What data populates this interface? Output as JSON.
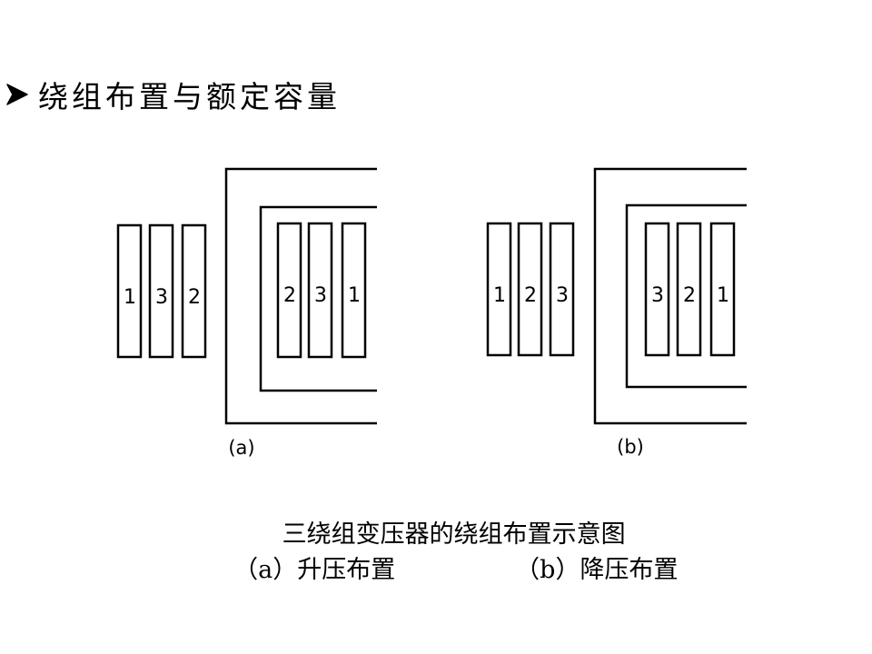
{
  "heading": {
    "bullet_icon": "arrow-bullet-icon",
    "text": "绕组布置与额定容量"
  },
  "diagram": {
    "panel_a": {
      "label": "(a)",
      "outer_coils": [
        "1",
        "3",
        "2"
      ],
      "inner_coils": [
        "2",
        "3",
        "1"
      ]
    },
    "panel_b": {
      "label": "(b)",
      "outer_coils": [
        "1",
        "2",
        "3"
      ],
      "inner_coils": [
        "3",
        "2",
        "1"
      ]
    }
  },
  "caption": {
    "line1": "三绕组变压器的绕组布置示意图",
    "line2_a": "（a）升压布置",
    "line2_b": "（b）降压布置"
  }
}
